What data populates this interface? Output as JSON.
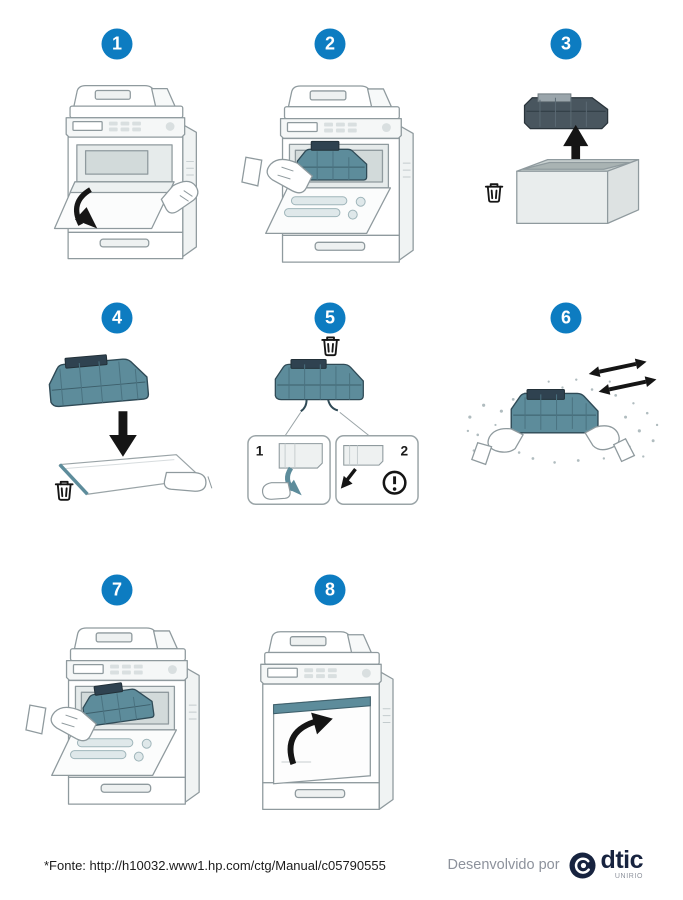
{
  "page": {
    "background": "#ffffff"
  },
  "steps": [
    {
      "number": "1",
      "alt": "open front cover of printer"
    },
    {
      "number": "2",
      "alt": "pull used toner cartridge out of printer"
    },
    {
      "number": "3",
      "alt": "lift new cartridge out of box, discard packaging"
    },
    {
      "number": "4",
      "alt": "place cartridge over sheet of paper, discard seal"
    },
    {
      "number": "5",
      "alt": "remove protective tape from cartridge"
    },
    {
      "number": "6",
      "alt": "shake cartridge side to side"
    },
    {
      "number": "7",
      "alt": "insert cartridge into printer"
    },
    {
      "number": "8",
      "alt": "close front cover of printer"
    }
  ],
  "step5": {
    "panel1_label": "1",
    "panel2_label": "2"
  },
  "icons": {
    "trash": "trash-icon",
    "warning": "circled-exclamation-icon",
    "shake": "double-headed-arrow-icon",
    "logo": "dtic-circle-mark"
  },
  "colors": {
    "step_badge_blue": "#0d7cc1",
    "cartridge_teal": "#5d8c9b",
    "cartridge_dark": "#2f4250",
    "line_gray": "#8f9a9e",
    "arrow_black": "#151515",
    "footer_gray": "#8d929c",
    "logo_navy": "#17233f"
  },
  "footer": {
    "source": "*Fonte: http://h10032.www1.hp.com/ctg/Manual/c05790555",
    "developed_by": "Desenvolvido por",
    "brand": "dtic",
    "brand_sub": "UNIRIO"
  }
}
